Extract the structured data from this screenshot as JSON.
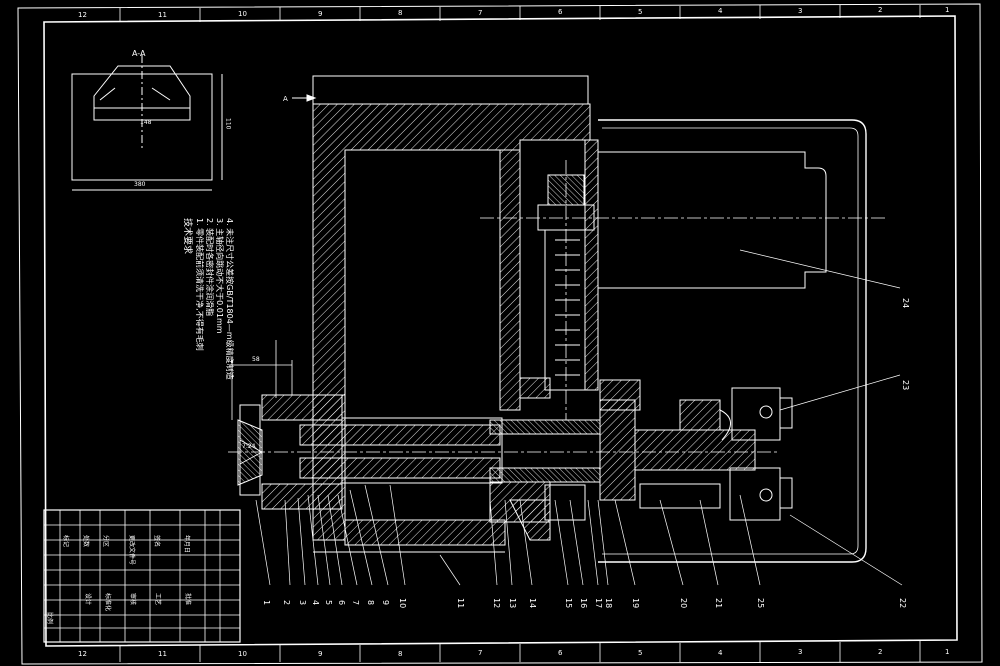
{
  "drawing": {
    "background": "#000000",
    "line_color": "#ffffff",
    "accent_color": "#2e6fd0",
    "view_label": "A",
    "section_label": "A-A",
    "detail_dims": {
      "top": "148",
      "side": "110",
      "bottom": "380"
    },
    "tech_notes": {
      "title": "技术要求",
      "items": [
        "1. 零件装配前须清洗干净,不得有毛刺",
        "2. 装配时各密封件涂润滑脂",
        "3. 主轴径向跳动不大于0.01mm",
        "4. 未注尺寸公差按GB/T1804—m级精度制造"
      ]
    },
    "left_dims": {
      "top": "58",
      "angle": "7:24"
    },
    "part_numbers": [
      "1",
      "2",
      "3",
      "4",
      "5",
      "6",
      "7",
      "8",
      "9",
      "10",
      "11",
      "12",
      "13",
      "14",
      "15",
      "16",
      "17",
      "18",
      "19",
      "20",
      "21",
      "25",
      "22"
    ],
    "right_callouts": [
      "24",
      "23"
    ],
    "border_zone_numbers_top": [
      "12",
      "11",
      "10",
      "9",
      "8",
      "7",
      "6",
      "5",
      "4",
      "3",
      "2",
      "1"
    ],
    "border_zone_numbers_bottom": [
      "12",
      "11",
      "10",
      "9",
      "8",
      "7",
      "6",
      "5",
      "4",
      "3",
      "2",
      "1"
    ],
    "title_block": {
      "rows": [
        "标记",
        "处数",
        "分区",
        "更改文件号",
        "签名",
        "年月日"
      ],
      "labels": [
        "设计",
        "标准化",
        "审核",
        "工艺",
        "批准"
      ],
      "scale_label": "比例"
    }
  }
}
